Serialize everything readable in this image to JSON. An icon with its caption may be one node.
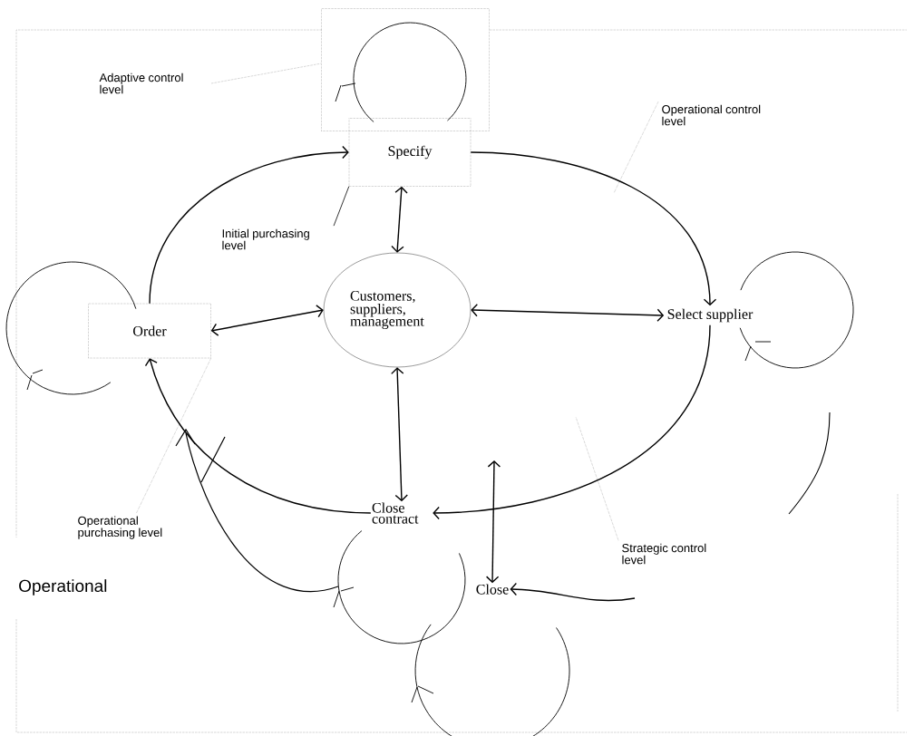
{
  "diagram": {
    "nodes": [
      {
        "text": [
          "Specify"
        ]
      },
      {
        "text": [
          "Order"
        ]
      },
      {
        "text": [
          "Customers, suppliers, management"
        ]
      },
      {
        "text": [
          "Select supplier"
        ]
      },
      {
        "text": [
          "Close contract"
        ]
      },
      {
        "text": [
          "Close"
        ]
      },
      {
        "text": [
          "Adaptive control level"
        ]
      },
      {
        "text": [],
        "shape": "box"
      },
      {
        "text": [
          "Operational control level"
        ]
      },
      {
        "text": [
          "Initial purchasing level"
        ]
      },
      {
        "text": [
          "Operational purchasing level"
        ]
      },
      {
        "text": [
          "Strategic control level"
        ]
      }
    ],
    "edges": [
      {
        "from": 1,
        "to": 0,
        "arrow": "to"
      },
      {
        "from": 0,
        "to": 3,
        "arrow": "to"
      },
      {
        "from": 3,
        "to": 4,
        "arrow": "to"
      },
      {
        "from": 4,
        "to": 1,
        "arrow": "to"
      },
      {
        "from": 0,
        "to": 2,
        "arrow": "both"
      },
      {
        "from": 1,
        "to": 2,
        "arrow": "both"
      },
      {
        "from": 2,
        "to": 3,
        "arrow": "both"
      },
      {
        "from": 2,
        "to": 4,
        "arrow": "both"
      },
      {
        "from": null,
        "to": 5,
        "arrow": "both"
      },
      {
        "from": null,
        "to": 5,
        "arrow": "to"
      },
      {
        "from": 6,
        "to": 7,
        "arrow": "none",
        "style": "dashed"
      },
      {
        "from": 8,
        "to": null,
        "arrow": "none",
        "style": "dashed"
      },
      {
        "from": 9,
        "to": 0,
        "arrow": "none"
      },
      {
        "from": 10,
        "to": 1,
        "arrow": "none",
        "style": "dashed"
      },
      {
        "from": 11,
        "to": null,
        "arrow": "none",
        "style": "dashed"
      }
    ],
    "labels": [
      "Operational"
    ]
  }
}
